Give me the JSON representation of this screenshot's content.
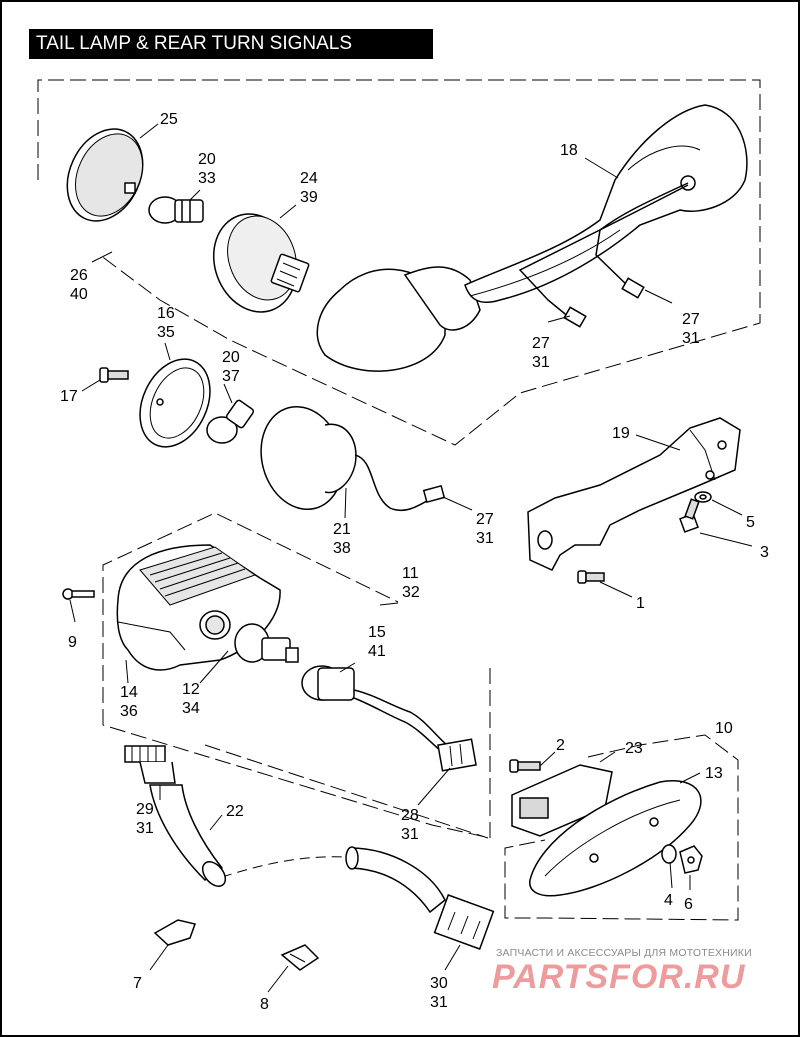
{
  "title": "TAIL LAMP & REAR  TURN SIGNALS",
  "callouts": {
    "c25": "25",
    "c20a": "20",
    "c33": "33",
    "c24": "24",
    "c39": "39",
    "c18": "18",
    "c26": "26",
    "c40": "40",
    "c16": "16",
    "c35": "35",
    "c20b": "20",
    "c37": "37",
    "c17": "17",
    "c27a": "27",
    "c31a": "31",
    "c27b": "27",
    "c31b": "31",
    "c19": "19",
    "c5": "5",
    "c3": "3",
    "c1": "1",
    "c21": "21",
    "c38": "38",
    "c27c": "27",
    "c31c": "31",
    "c11": "11",
    "c32": "32",
    "c9": "9",
    "c15": "15",
    "c41": "41",
    "c14": "14",
    "c36": "36",
    "c12": "12",
    "c34": "34",
    "c2": "2",
    "c10": "10",
    "c23": "23",
    "c13": "13",
    "c29": "29",
    "c31d": "31",
    "c22": "22",
    "c28": "28",
    "c31e": "31",
    "c4": "4",
    "c6": "6",
    "c7": "7",
    "c8": "8",
    "c30": "30",
    "c31f": "31"
  },
  "watermark": {
    "tagline": "ЗАПЧАСТИ И АКСЕССУАРЫ ДЛЯ МОТОТЕХНИКИ",
    "logo": "PARTSFOR.RU"
  },
  "colors": {
    "ink": "#000000",
    "part_fill": "#ffffff",
    "shade": "#d9d9d9",
    "watermark_red": "#e24b4b"
  }
}
